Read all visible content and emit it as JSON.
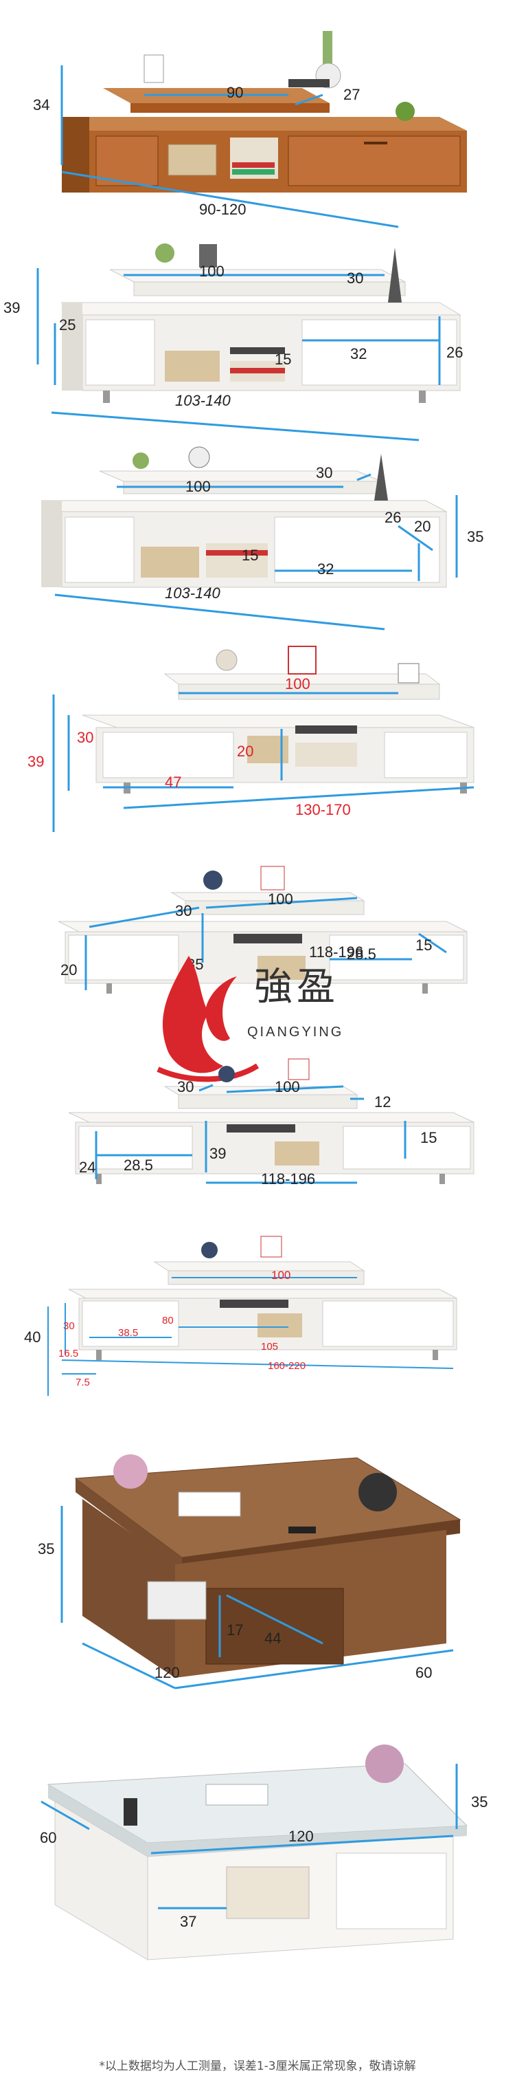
{
  "panels": [
    {
      "name": "walnut-tv-stand",
      "dims": {
        "height": "34",
        "top_width": "90",
        "top_depth": "27",
        "length": "90-120"
      }
    },
    {
      "name": "white-tv-stand-1",
      "dims": {
        "height": "39",
        "top_width": "100",
        "top_depth": "30",
        "drawer_height": "25",
        "drawer_width": "32",
        "shelf_height": "15",
        "side_height": "26",
        "length": "103-140"
      }
    },
    {
      "name": "white-tv-stand-2",
      "dims": {
        "top_width": "100",
        "top_depth": "30",
        "shelf_height": "15",
        "drawer_width": "32",
        "side_depth": "26",
        "height": "35",
        "drawer_height": "20",
        "length": "103-140"
      }
    },
    {
      "name": "white-tv-stand-3",
      "dims": {
        "height": "39",
        "top_width": "100",
        "side_height": "30",
        "drawer_width": "47",
        "shelf_height": "20",
        "length": "130-170"
      }
    },
    {
      "name": "white-tv-stand-4",
      "dims": {
        "top_depth": "30",
        "top_width": "100",
        "shelf_height": "35",
        "drawer_width": "28.5",
        "side_depth": "15",
        "drawer_height": "20",
        "length": "118-196"
      }
    },
    {
      "name": "white-tv-stand-5",
      "dims": {
        "top_depth": "30",
        "top_width": "100",
        "inner_height": "12",
        "side_height": "15",
        "drawer_width": "28.5",
        "shelf_height": "39",
        "height": "24",
        "length": "118-196"
      }
    },
    {
      "name": "white-tv-stand-6",
      "dims": {
        "height": "40",
        "top_width": "100",
        "depth": "30",
        "drawer_width": "38.5",
        "shelf_width": "80",
        "drawer_height": "16.5",
        "inner_width": "105",
        "leg_height": "7.5",
        "length": "160-220"
      }
    },
    {
      "name": "walnut-coffee-table",
      "dims": {
        "height": "35",
        "drawer_height": "17",
        "drawer_width": "44",
        "length": "120",
        "depth": "60"
      }
    },
    {
      "name": "glass-coffee-table",
      "dims": {
        "length": "120",
        "depth": "60",
        "height": "35",
        "drawer_width": "37"
      }
    }
  ],
  "watermark": {
    "brand_cn": "強盈",
    "brand_en": "QIANGYING"
  },
  "footer": {
    "note": "*以上数据均为人工测量，误差1-3厘米属正常现象，敬请谅解"
  },
  "colors": {
    "dim_line": "#2f9be0",
    "dim_red": "#e0232b",
    "walnut": "#b3642a",
    "white_board": "#f2f0ec"
  }
}
